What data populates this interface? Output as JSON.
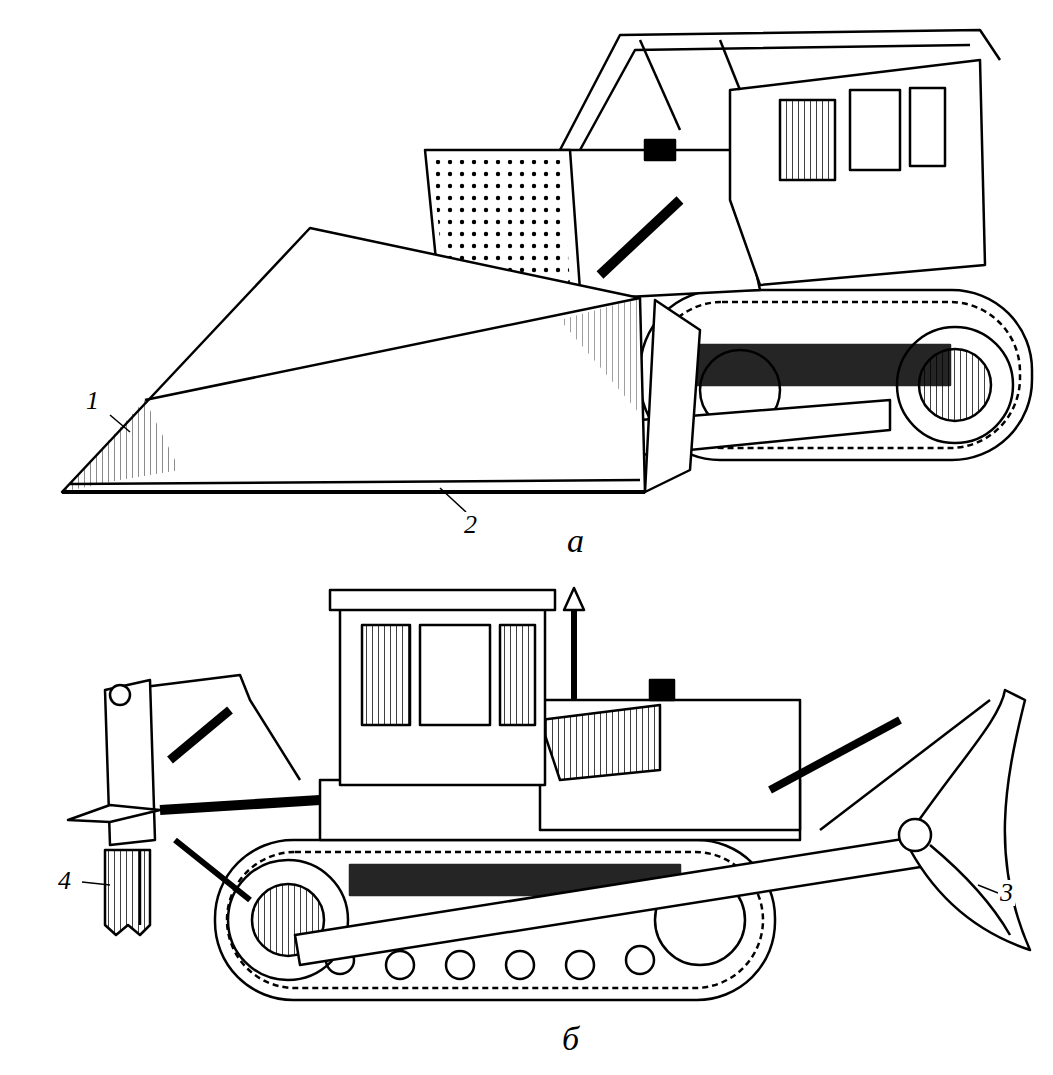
{
  "diagram": {
    "labels": [
      "1",
      "2",
      "а",
      "4",
      "3",
      "б"
    ]
  }
}
